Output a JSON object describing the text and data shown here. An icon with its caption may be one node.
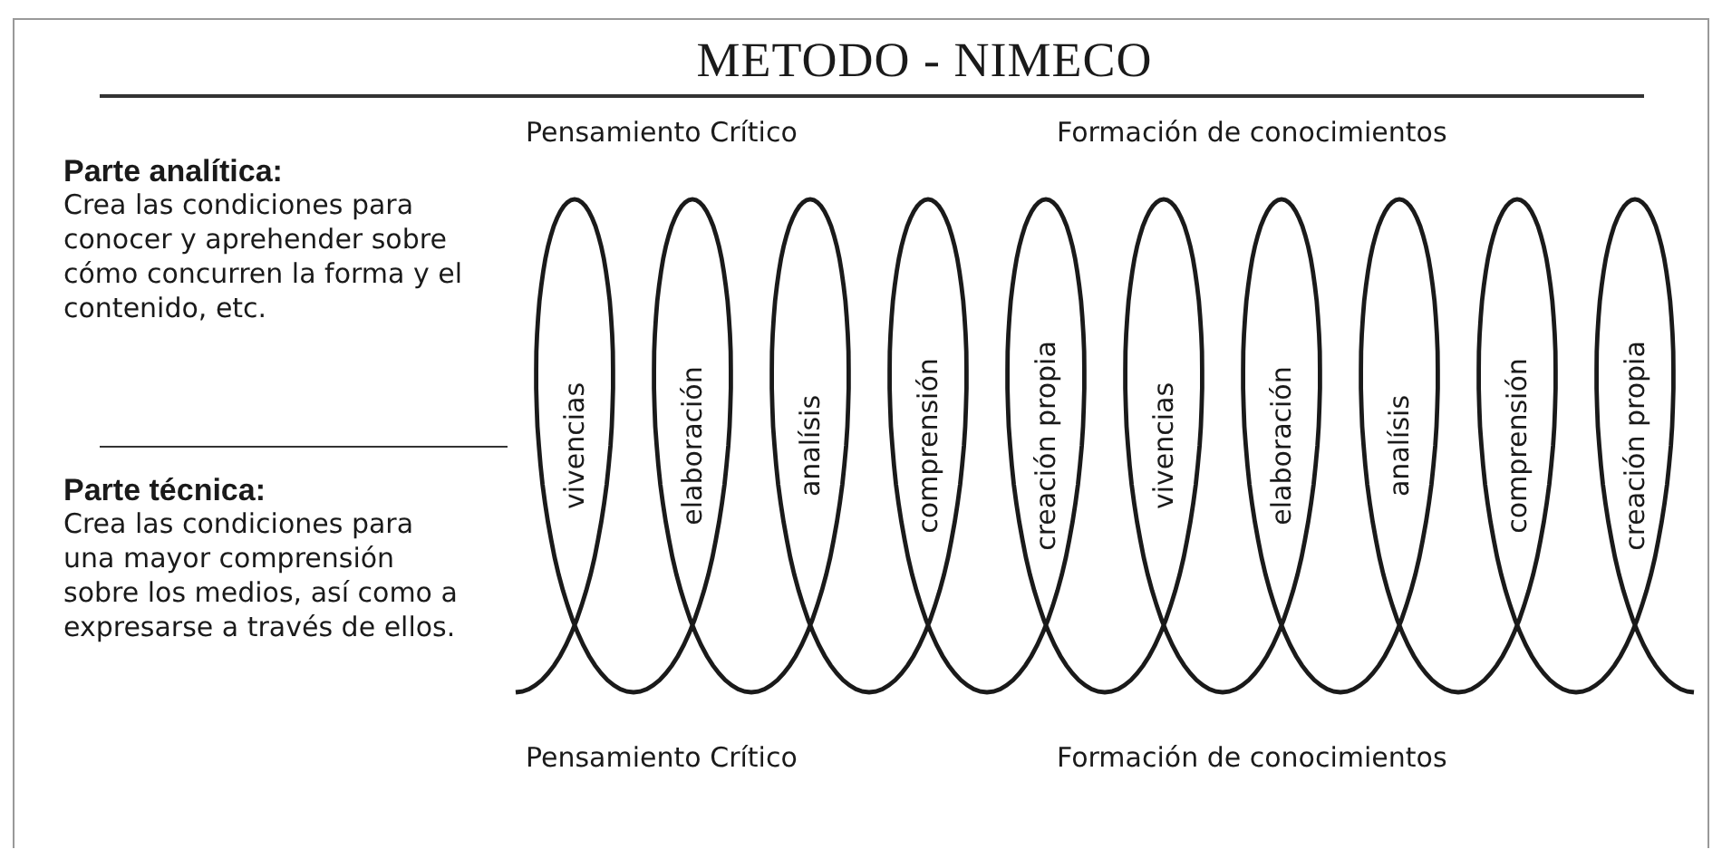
{
  "diagram": {
    "title": "METODO - NIMECO",
    "nodes": [
      {
        "text": [
          "vivencias"
        ]
      },
      {
        "text": [
          "elaboración"
        ]
      },
      {
        "text": [
          "analísis"
        ]
      },
      {
        "text": [
          "comprensión"
        ]
      },
      {
        "text": [
          "creación propia"
        ]
      },
      {
        "text": [
          "vivencias"
        ]
      },
      {
        "text": [
          "elaboración"
        ]
      },
      {
        "text": [
          "analísis"
        ]
      },
      {
        "text": [
          "comprensión"
        ]
      },
      {
        "text": [
          "creación propia"
        ]
      }
    ],
    "labels": [
      "Pensamiento Crítico",
      "Formación de conocimientos",
      "Parte analítica:",
      "Crea las condiciones para conocer y aprehender sobre cómo concurren la forma y el contenido, etc.",
      "Parte técnica:",
      "Crea las condiciones para una mayor comprensión sobre los medios, así como a expresarse a través de ellos.",
      "Pensamiento Crítico",
      "Formación de conocimientos"
    ]
  }
}
